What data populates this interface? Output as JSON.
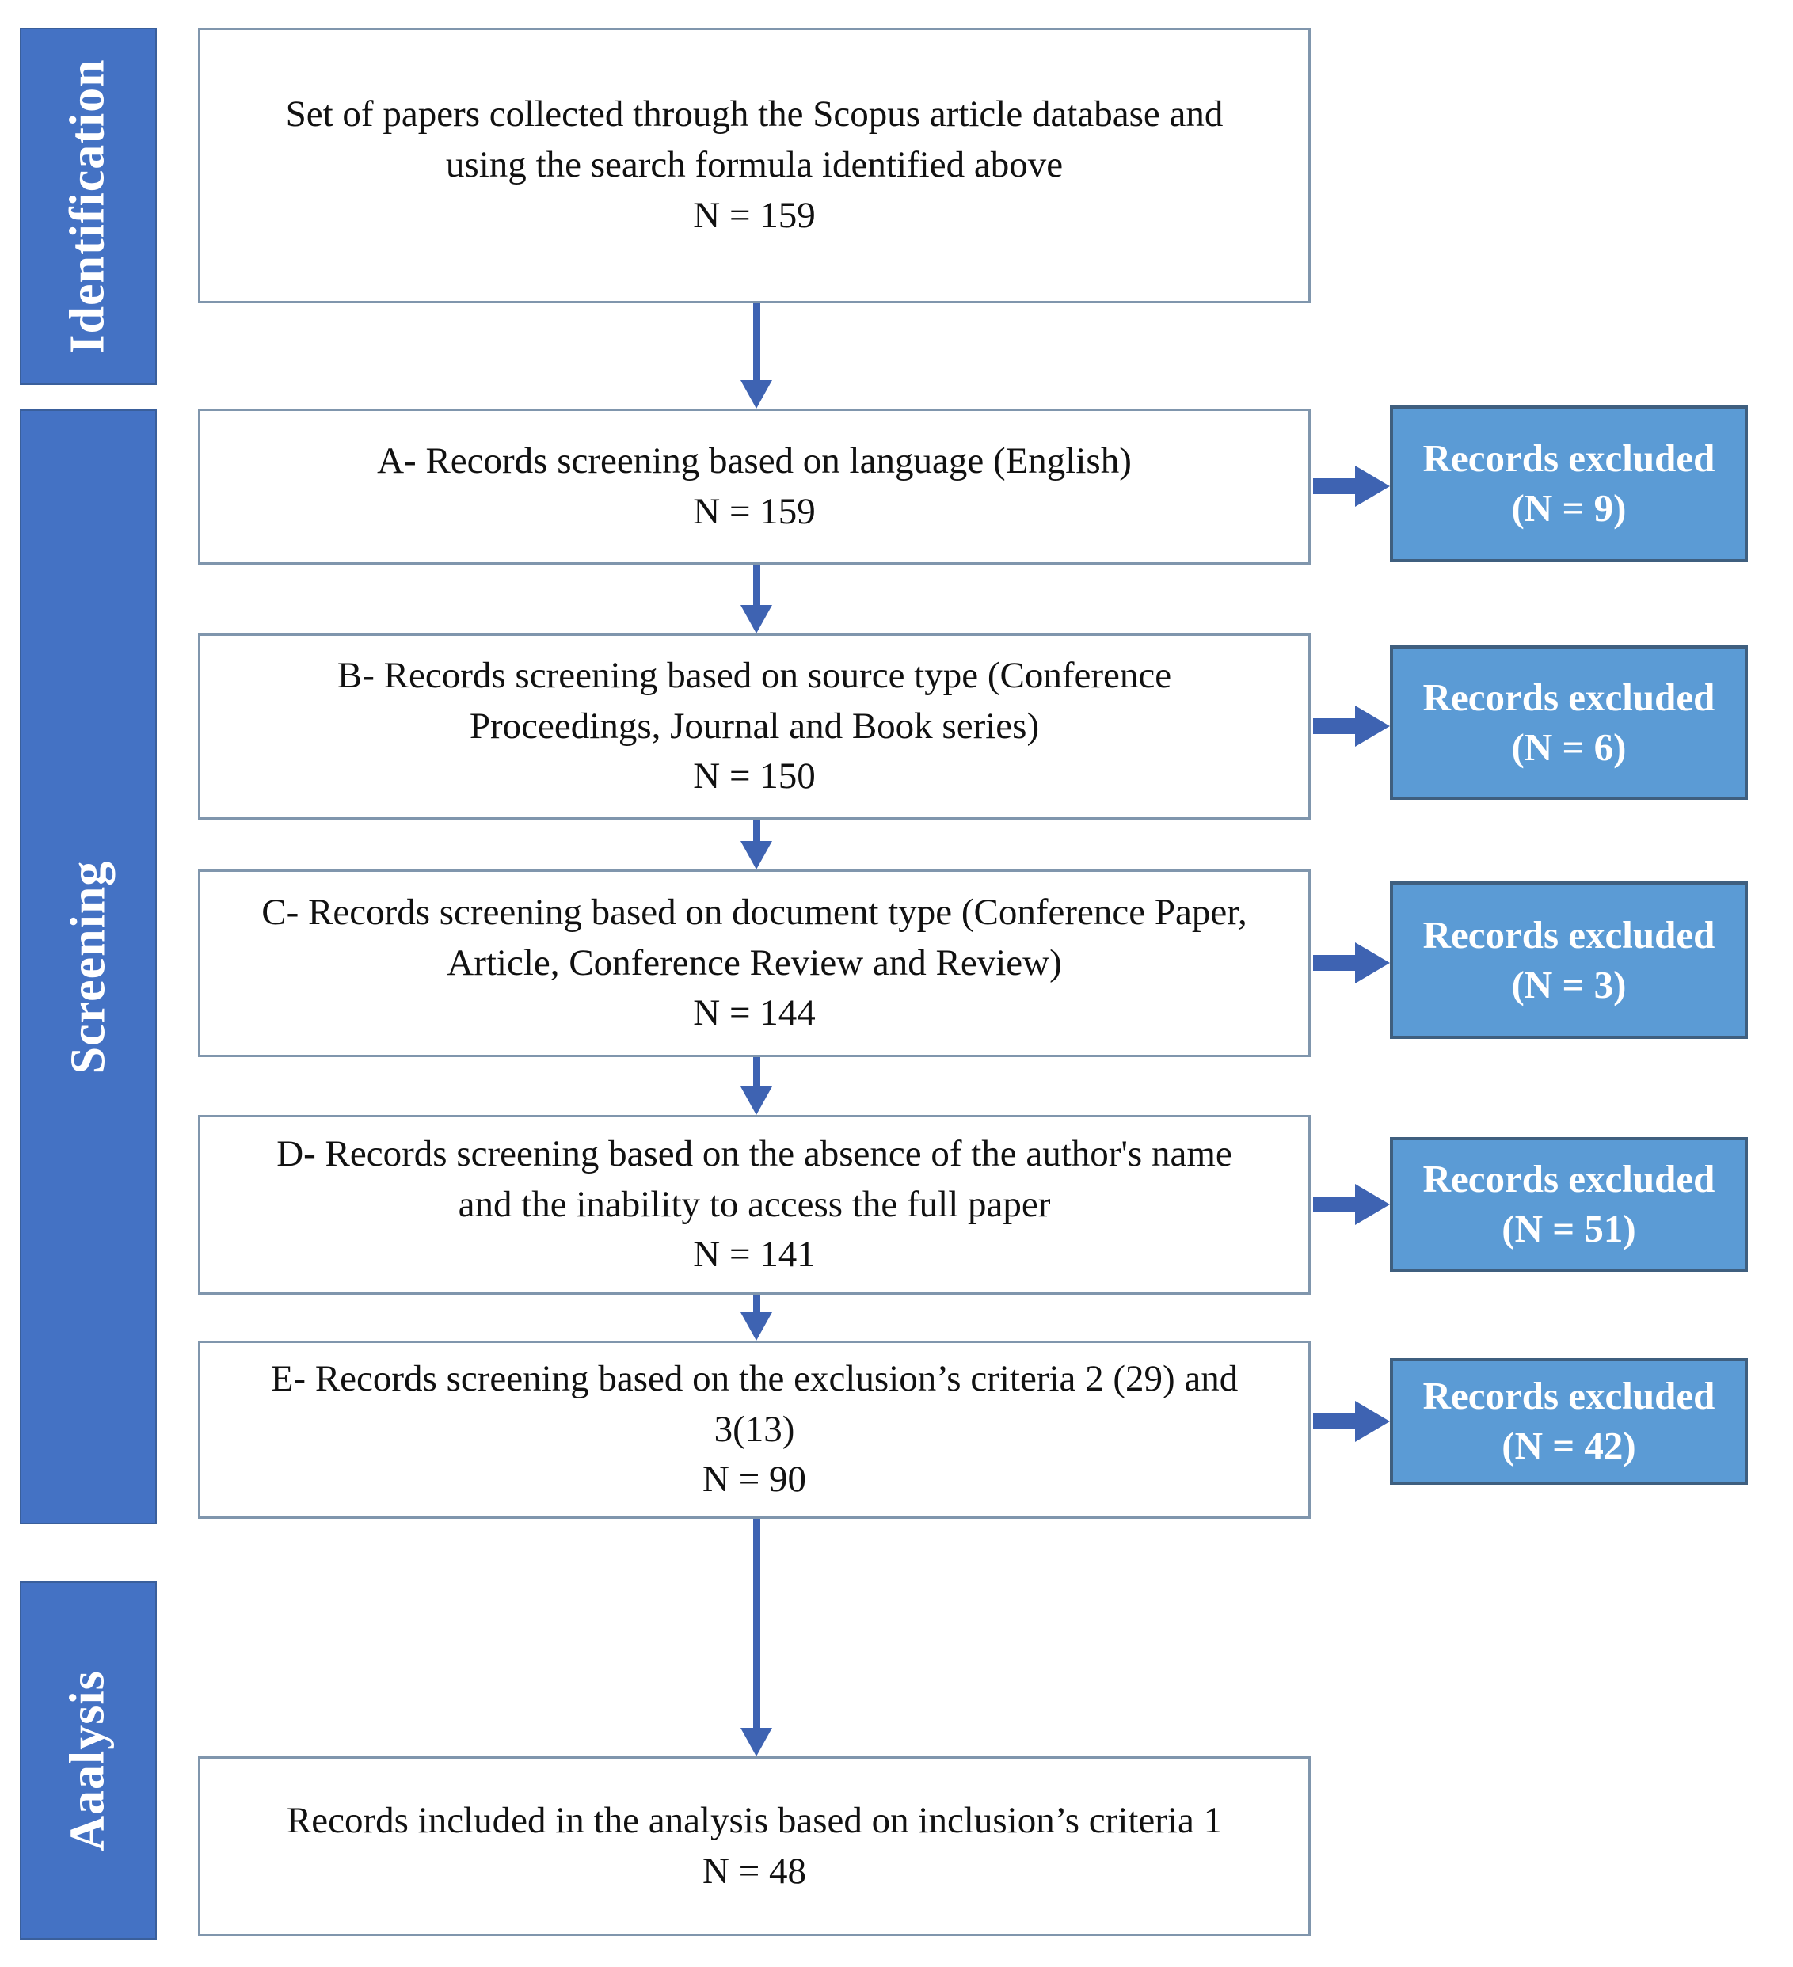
{
  "figure_type": "literature-screening-flow-diagram",
  "colors": {
    "sidebar_blue": "#4472C4",
    "sidebar_border": "#3A5F9B",
    "excluded_fill": "#5B9BD5",
    "excluded_border": "#3F5F7F",
    "box_border": "#8096AD",
    "arrow_blue": "#3E63B2",
    "text_black": "#111111"
  },
  "stages": [
    {
      "id": "identification",
      "label": "Identification"
    },
    {
      "id": "screening",
      "label": "Screening"
    },
    {
      "id": "analysis",
      "label": "Aaalysis"
    }
  ],
  "flow_boxes": [
    {
      "id": "collection",
      "label": "Set of papers collected through the Scopus article database and using the search formula identified above",
      "n": "N = 159"
    },
    {
      "id": "step-a",
      "label": "A- Records screening based on language (English)",
      "n": "N = 159"
    },
    {
      "id": "step-b",
      "label": "B- Records screening based on source type (Conference Proceedings, Journal and Book series)",
      "n": "N = 150"
    },
    {
      "id": "step-c",
      "label": "C- Records screening based on document type (Conference Paper, Article, Conference Review and Review)",
      "n": "N = 144"
    },
    {
      "id": "step-d",
      "label": "D- Records screening based on the absence of the author's name and the inability to access the full paper",
      "n": "N = 141"
    },
    {
      "id": "step-e",
      "label": "E- Records screening based on the exclusion’s criteria 2 (29) and 3(13)",
      "n": "N = 90"
    },
    {
      "id": "included",
      "label": "Records included in the analysis based on inclusion’s criteria 1",
      "n": "N = 48"
    }
  ],
  "excluded_boxes": [
    {
      "id": "excluded-a",
      "label": "Records excluded",
      "n": "(N = 9)"
    },
    {
      "id": "excluded-b",
      "label": "Records excluded",
      "n": "(N = 6)"
    },
    {
      "id": "excluded-c",
      "label": "Records excluded",
      "n": "(N = 3)"
    },
    {
      "id": "excluded-d",
      "label": "Records excluded",
      "n": "(N = 51)"
    },
    {
      "id": "excluded-e",
      "label": "Records excluded",
      "n": "(N = 42)"
    }
  ]
}
